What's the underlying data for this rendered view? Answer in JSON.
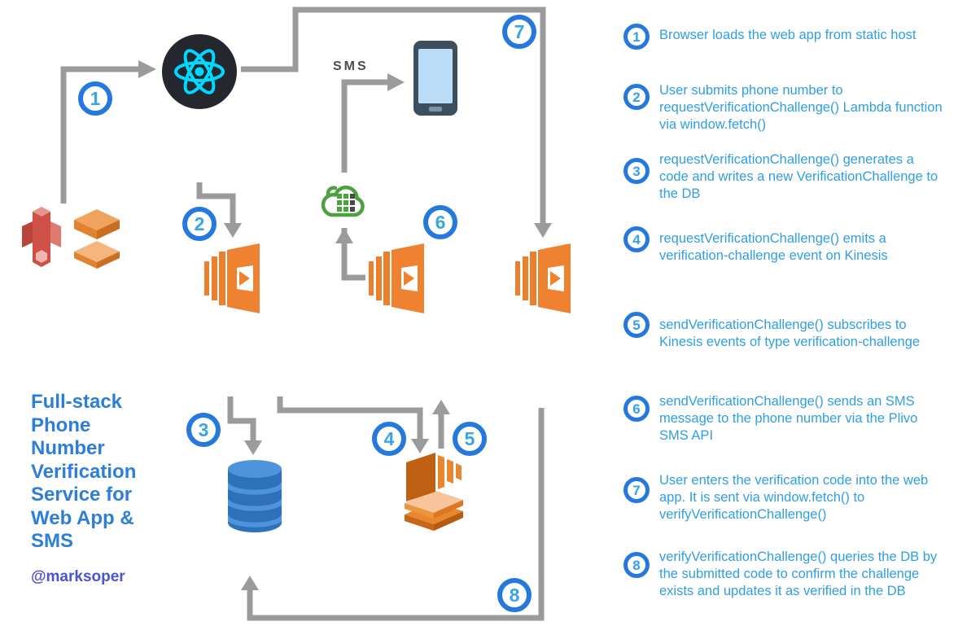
{
  "title": {
    "text": "Full-stack\nPhone\nNumber\nVerification\nService for\nWeb App &\nSMS",
    "handle": "@marksoper"
  },
  "diagram": {
    "sms_label": "SMS",
    "badges": [
      "1",
      "2",
      "3",
      "4",
      "5",
      "6",
      "7",
      "8"
    ],
    "icons": {
      "react": "react-logo-icon",
      "s3": "s3-bucket-icon",
      "cloudfront": "cloudfront-icon",
      "lambda": "lambda-icon",
      "phone": "smartphone-icon",
      "plivo": "plivo-cloud-icon",
      "dynamodb": "dynamodb-icon",
      "kinesis": "kinesis-icon"
    }
  },
  "steps": [
    {
      "num": "1",
      "text": "Browser loads the web app from static host"
    },
    {
      "num": "2",
      "text": "User submits phone number to\nrequestVerificationChallenge() Lambda function\nvia window.fetch()"
    },
    {
      "num": "3",
      "text": "requestVerificationChallenge() generates a\ncode and writes a new VerificationChallenge to\nthe DB"
    },
    {
      "num": "4",
      "text": "requestVerificationChallenge() emits a\nverification-challenge event on Kinesis"
    },
    {
      "num": "5",
      "text": "sendVerificationChallenge() subscribes to\nKinesis events of type verification-challenge"
    },
    {
      "num": "6",
      "text": "sendVerificationChallenge() sends an SMS\nmessage to the phone number via the Plivo\nSMS API"
    },
    {
      "num": "7",
      "text": "User enters the verification code into the web\napp. It is sent via window.fetch() to\nverifyVerificationChallenge()"
    },
    {
      "num": "8",
      "text": "verifyVerificationChallenge() queries the DB by\nthe submitted code to confirm the challenge\nexists and updates it as verified in the DB"
    }
  ],
  "colors": {
    "step_text_blue": "#2F9EE5",
    "badge_ring_blue": "#2478DE",
    "badge_number_blue": "#38A5E8",
    "title_blue": "#2C7ED8",
    "handle_purple": "#4A54CE",
    "arrow_gray": "#9B9B9B",
    "sms_gray": "#4C4C55",
    "aws_orange": "#EE8230",
    "dynamodb_blue": "#2D72B8",
    "react_cyan": "#00D8FF",
    "plivo_green": "#4BA23E",
    "s3_red": "#CE5147"
  }
}
